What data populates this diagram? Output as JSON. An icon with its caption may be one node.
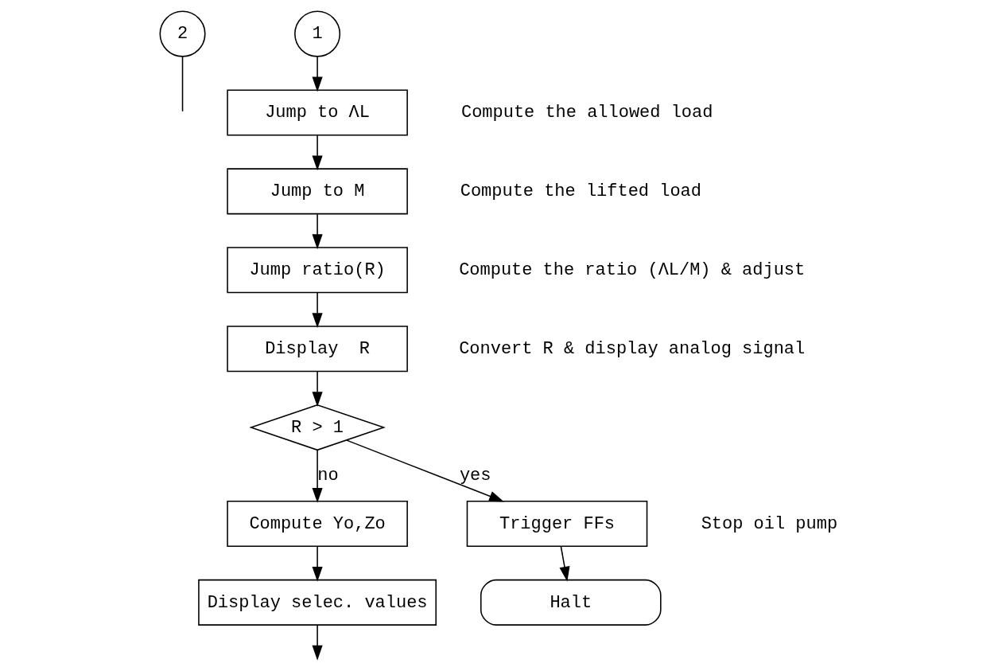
{
  "diagram": {
    "nodes": [
      {
        "text": [
          "2"
        ]
      },
      {
        "text": [
          "1"
        ]
      },
      {
        "text": [
          "Jump to ΛL"
        ],
        "beside": [
          "Compute the allowed load"
        ]
      },
      {
        "text": [
          "Jump to M"
        ],
        "beside": [
          "Compute the lifted load"
        ]
      },
      {
        "text": [
          "Jump ratio(R)"
        ],
        "beside": [
          "Compute the ratio (ΛL/M) & adjust"
        ]
      },
      {
        "text": [
          "Display  R"
        ],
        "beside": [
          "Convert R & display analog signal"
        ]
      },
      {
        "text": [
          "R > 1"
        ]
      },
      {
        "text": [
          "Trigger FFs"
        ],
        "beside": [
          "Stop oil pump"
        ]
      },
      {
        "text": [
          "Halt"
        ]
      },
      {
        "text": [
          "Compute Yo,Zo"
        ]
      },
      {
        "text": [
          "Display selec. values"
        ]
      }
    ],
    "edges": [
      {
        "from": 1,
        "to": 2,
        "arrow": "to"
      },
      {
        "from": 2,
        "to": 3,
        "arrow": "to"
      },
      {
        "from": 3,
        "to": 4,
        "arrow": "to"
      },
      {
        "from": 4,
        "to": 5,
        "arrow": "to"
      },
      {
        "from": 5,
        "to": 6,
        "arrow": "to"
      },
      {
        "from": 6,
        "to": 7,
        "arrow": "to",
        "label": "yes"
      },
      {
        "from": 6,
        "to": 9,
        "arrow": "to",
        "label": "no"
      },
      {
        "from": 7,
        "to": 8,
        "arrow": "to"
      },
      {
        "from": 9,
        "to": 10,
        "arrow": "to"
      },
      {
        "from": 10,
        "to": null,
        "arrow": "to"
      },
      {
        "from": 0,
        "to": null,
        "arrow": "none"
      }
    ]
  }
}
